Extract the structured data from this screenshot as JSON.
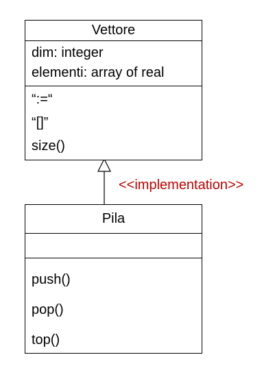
{
  "colors": {
    "stereotype": "#c00000",
    "line": "#000000"
  },
  "classes": [
    {
      "name": "Vettore",
      "attributes": [
        "dim: integer",
        "elementi: array of real"
      ],
      "operations": [
        "“:=“",
        "“[]”",
        "size()"
      ]
    },
    {
      "name": "Pila",
      "attributes": [],
      "operations": [
        "push()",
        "pop()",
        "top()"
      ]
    }
  ],
  "relationship": {
    "stereotype": "<<implementation>>"
  }
}
